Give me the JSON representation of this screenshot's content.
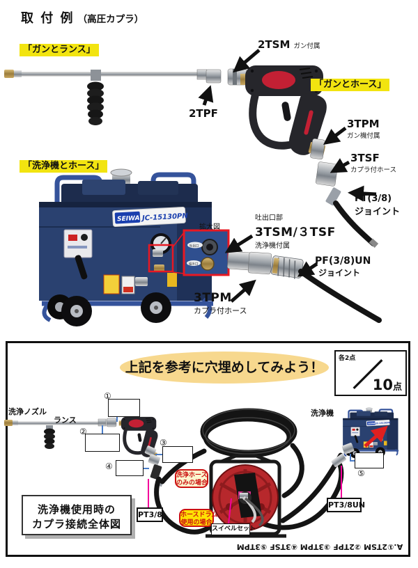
{
  "title": {
    "main": "取 付 例",
    "sub": "（高圧カプラ）"
  },
  "section_labels": {
    "gun_lance": "「ガンとランス」",
    "gun_hose": "「ガンとホース」",
    "washer_hose": "「洗浄機とホース」"
  },
  "callouts": {
    "c2tsm_code": "2TSM",
    "c2tsm_note": "ガン付属",
    "c2tpf_code": "2TPF",
    "c3tpm_gun_code": "3TPM",
    "c3tpm_gun_note": "ガン機付属",
    "c3tsf_code": "3TSF",
    "c3tsf_note": "カプラ付ホース",
    "cpt38_line1": "PT(3/8)",
    "cpt38_line2": "ジョイント",
    "outlet_small": "吐出口部",
    "outlet_code": "3TSM/３TSF",
    "outlet_note": "洗浄機付属",
    "c3tpm_hose_code": "3TPM",
    "c3tpm_hose_note": "カプラ付ホース",
    "cpf38_line1": "PF(3/8)UN",
    "cpf38_line2": "ジョイント",
    "inset_caption": "拡大図",
    "inset_port_top": "吐出口",
    "inset_port_bottom": "給水口"
  },
  "machine": {
    "brand": "SEIWA",
    "model": "JC-15130PN"
  },
  "quiz": {
    "banner": "上記を参考に穴埋めしてみよう！",
    "score_each": "各2点",
    "score_slash": "／",
    "score_total_num": "10",
    "score_total_unit": "点",
    "label_nozzle": "洗浄ノズル",
    "label_lance": "ランス",
    "label_washer": "洗浄機",
    "blank_nums": [
      "①",
      "②",
      "③",
      "④",
      "⑤"
    ],
    "tag_hose_only_1": "洗浄ホース",
    "tag_hose_only_2": "のみの場合",
    "tag_drum_1": "ホースドラム",
    "tag_drum_2": "使用の場合",
    "tag_swivel": "スイベルセット",
    "tag_pt38": "PT3/8",
    "tag_pt38un": "PT3/8UN",
    "caption_1": "洗浄機使用時の",
    "caption_2": "カプラ接続全体図",
    "answer": "A.①2TSM ②2TPF ③3TPM ④3TSF ⑤3TPM"
  },
  "colors": {
    "highlight": "#f2e410",
    "banner": "#f7d88e",
    "tag_red": "#cc1111",
    "tag_pale": "#fbf7cf",
    "tag_yellow": "#ffe103",
    "magenta": "#f4009b",
    "blue_line": "#4a7cc7",
    "navy": "#2a4170",
    "drum_red": "#b7282c"
  }
}
